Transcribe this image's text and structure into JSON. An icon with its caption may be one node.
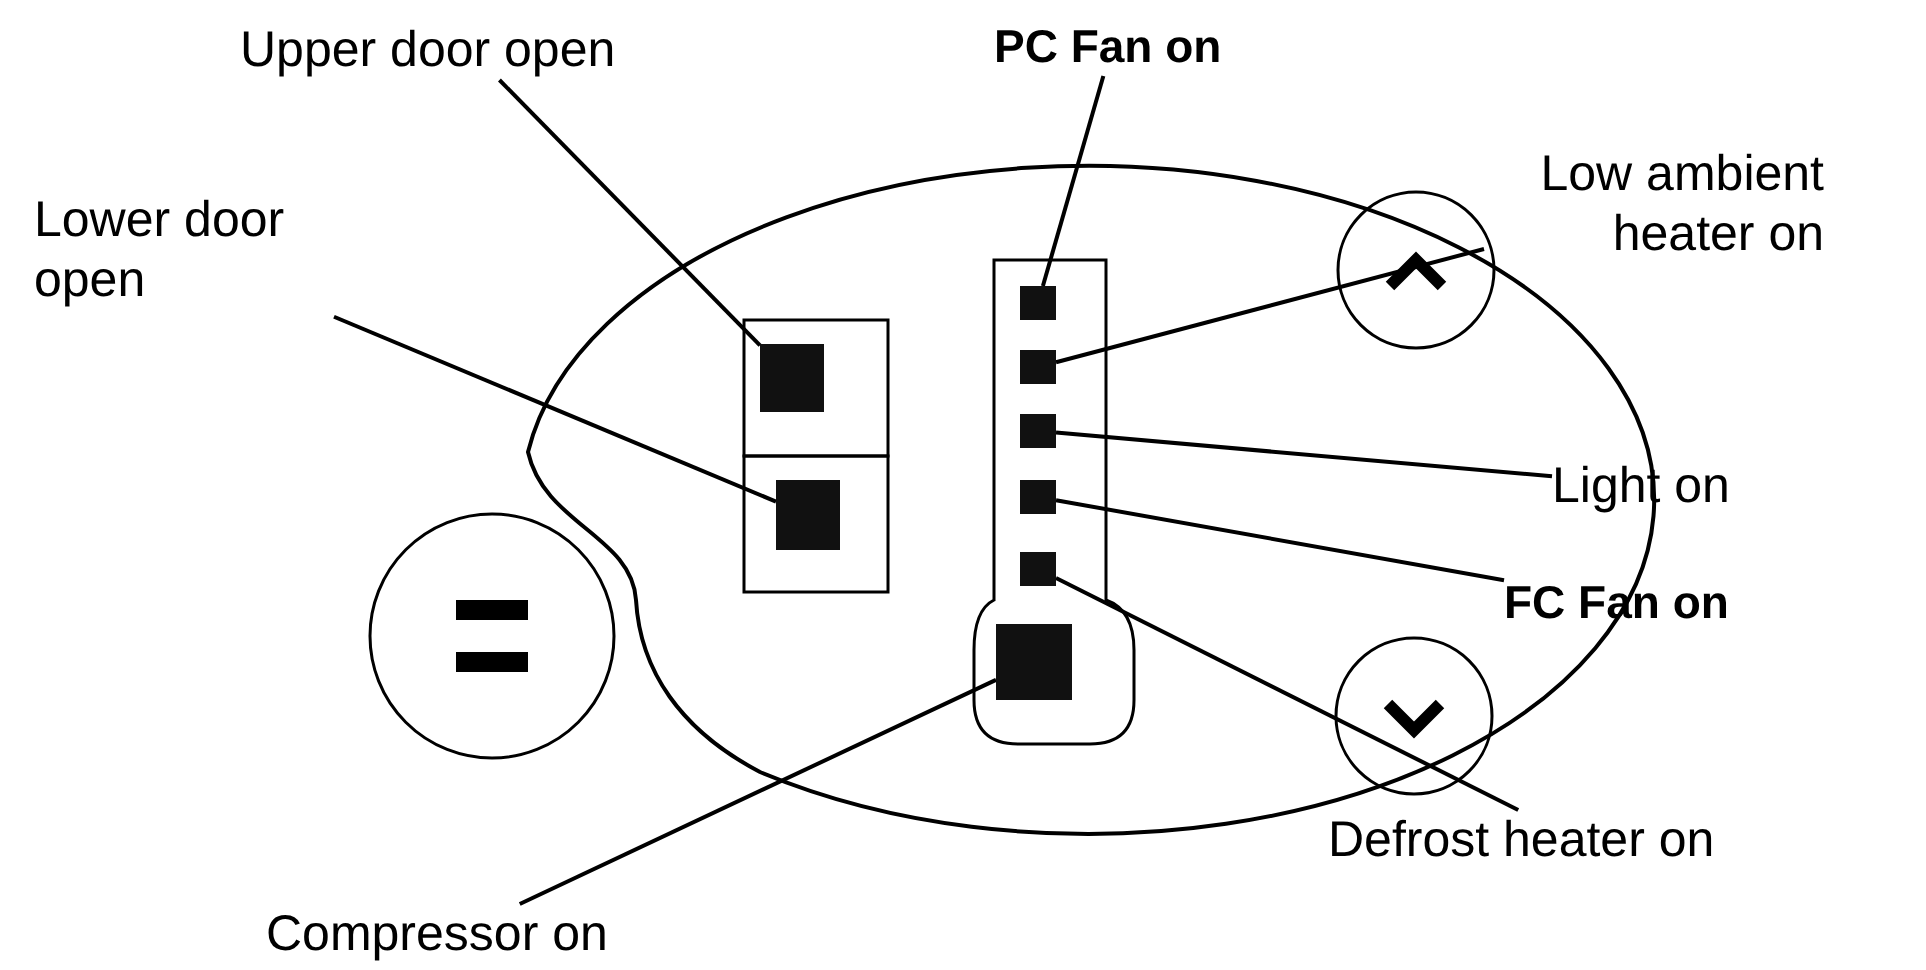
{
  "diagram": {
    "nodes": [
      {
        "text": [
          "Upper door open"
        ]
      },
      {
        "text": [
          "Lower door open"
        ]
      },
      {
        "text": [
          "PC Fan on"
        ]
      },
      {
        "text": [
          "Low ambient heater on"
        ]
      },
      {
        "text": [
          "Light on"
        ]
      },
      {
        "text": [
          "FC Fan on"
        ]
      },
      {
        "text": [
          "Defrost heater on"
        ]
      },
      {
        "text": [
          "Compressor on"
        ]
      },
      {
        "text": [],
        "shape": "box"
      },
      {
        "text": [],
        "shape": "box"
      },
      {
        "text": [],
        "shape": "box"
      },
      {
        "text": [],
        "shape": "box"
      },
      {
        "text": [],
        "shape": "box"
      },
      {
        "text": [],
        "shape": "box"
      },
      {
        "text": [],
        "shape": "box"
      },
      {
        "text": [],
        "shape": "box"
      }
    ],
    "edges": [
      {
        "from": 0,
        "to": 8,
        "arrow": "none"
      },
      {
        "from": 1,
        "to": 9,
        "arrow": "none"
      },
      {
        "from": 2,
        "to": 10,
        "arrow": "none"
      },
      {
        "from": 3,
        "to": 11,
        "arrow": "none"
      },
      {
        "from": 4,
        "to": 12,
        "arrow": "none"
      },
      {
        "from": 5,
        "to": 13,
        "arrow": "none"
      },
      {
        "from": 6,
        "to": 14,
        "arrow": "none"
      },
      {
        "from": 7,
        "to": 15,
        "arrow": "none"
      }
    ]
  }
}
